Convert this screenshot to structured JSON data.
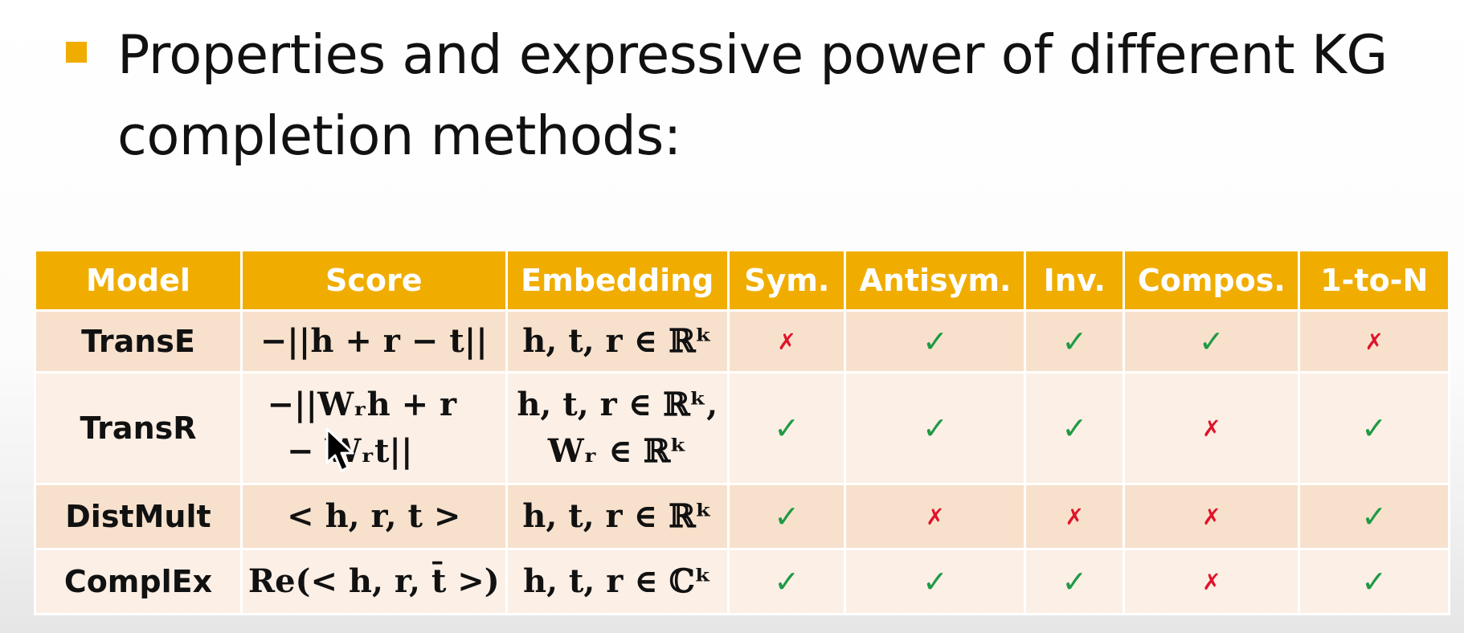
{
  "slide": {
    "bullet": "Properties and expressive power of different KG completion methods:"
  },
  "table": {
    "headers": [
      "Model",
      "Score",
      "Embedding",
      "Sym.",
      "Antisym.",
      "Inv.",
      "Compos.",
      "1-to-N"
    ],
    "rows": [
      {
        "model": "TransE",
        "score": [
          "−||h + r − t||"
        ],
        "embedding": [
          "h, t, r ∈ ℝᵏ"
        ],
        "marks": [
          "✗",
          "✓",
          "✓",
          "✓",
          "✗"
        ]
      },
      {
        "model": "TransR",
        "score": [
          "−||Wᵣh + r",
          "− Wᵣt||"
        ],
        "embedding": [
          "h, t, r ∈ ℝᵏ,",
          "Wᵣ ∈ ℝᵏ"
        ],
        "marks": [
          "✓",
          "✓",
          "✓",
          "✗",
          "✓"
        ]
      },
      {
        "model": "DistMult",
        "score": [
          "< h, r, t >"
        ],
        "embedding": [
          "h, t, r ∈ ℝᵏ"
        ],
        "marks": [
          "✓",
          "✗",
          "✗",
          "✗",
          "✓"
        ]
      },
      {
        "model": "ComplEx",
        "score": [
          "Re(< h, r, t̄ >)"
        ],
        "embedding": [
          "h, t, r ∈ ℂᵏ"
        ],
        "marks": [
          "✓",
          "✓",
          "✓",
          "✗",
          "✓"
        ]
      }
    ]
  },
  "colors": {
    "header_bg": "#f0ad00",
    "bullet": "#f0ad00",
    "row_odd": "#f7e1cc",
    "row_even": "#fbefe6",
    "check": "#1f9a45",
    "cross": "#e0132a"
  },
  "icons": {
    "check": "check-icon",
    "cross": "cross-icon",
    "cursor": "mouse-pointer-icon"
  }
}
